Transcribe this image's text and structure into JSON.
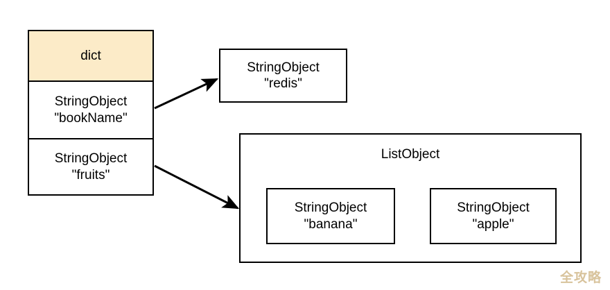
{
  "diagram": {
    "title": "redis dict holding StringObject keys pointing to StringObject and ListObject values",
    "dict": {
      "header_label": "dict",
      "header_color": "#fcebc8",
      "entries": [
        {
          "type_label": "StringObject",
          "value_label": "\"bookName\""
        },
        {
          "type_label": "StringObject",
          "value_label": "\"fruits\""
        }
      ]
    },
    "value_redis": {
      "type_label": "StringObject",
      "value_label": "\"redis\""
    },
    "list_object": {
      "label": "ListObject",
      "nodes": [
        {
          "type_label": "StringObject",
          "value_label": "\"banana\""
        },
        {
          "type_label": "StringObject",
          "value_label": "\"apple\""
        }
      ]
    },
    "arrows": [
      {
        "name": "bookName-to-redis",
        "from": "dict-entry-bookName",
        "to": "stringobject-redis"
      },
      {
        "name": "fruits-to-listobject",
        "from": "dict-entry-fruits",
        "to": "listobject-container"
      },
      {
        "name": "banana-to-apple",
        "from": "stringobject-banana",
        "to": "stringobject-apple"
      }
    ],
    "stroke_color": "#000000",
    "background_color": "#ffffff"
  },
  "watermark": {
    "text": "全攻略",
    "color": "#d8c39c"
  }
}
